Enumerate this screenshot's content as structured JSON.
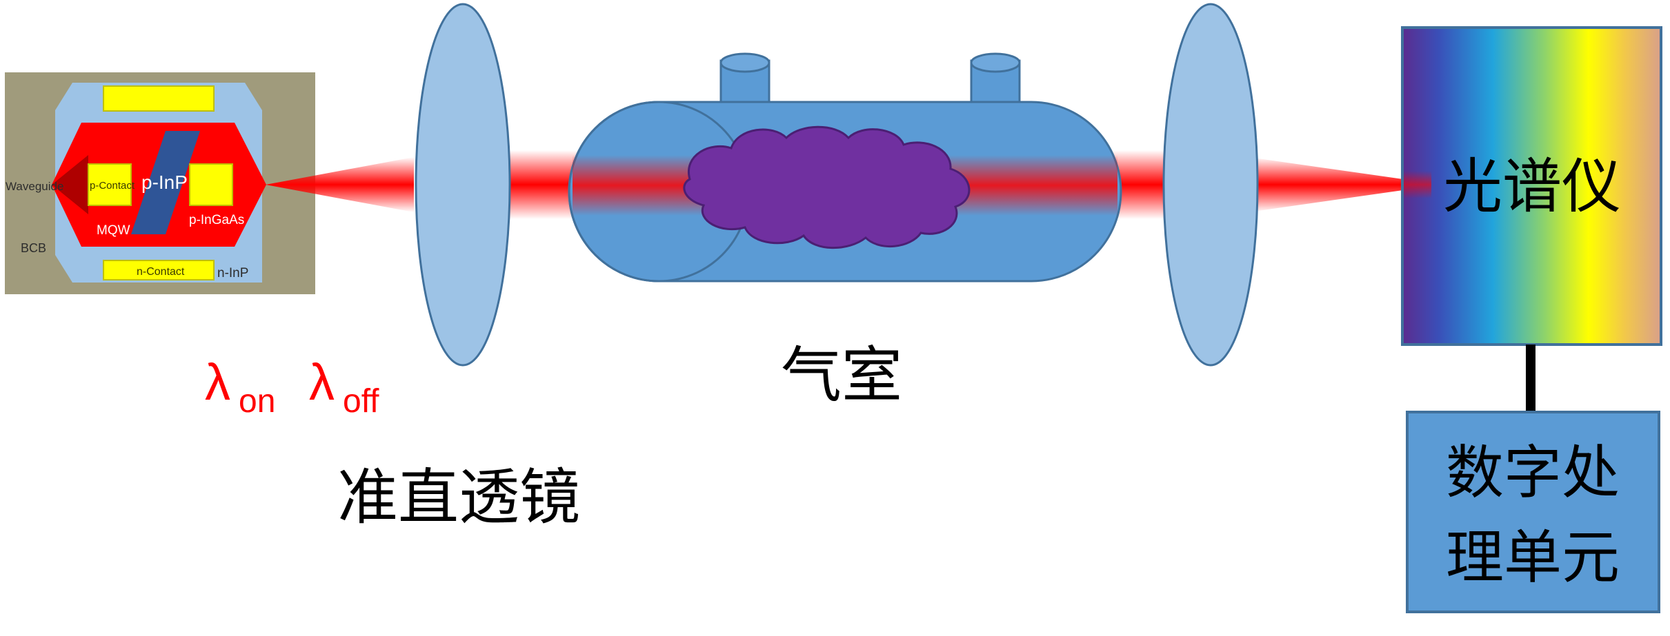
{
  "laser_chip": {
    "labels": {
      "waveguide": "Waveguide",
      "bcb": "BCB",
      "p_contact": "p-Contact",
      "p_inp": "p-InP",
      "p_ingaas": "p-InGaAs",
      "mqw": "MQW",
      "n_contact": "n-Contact",
      "n_inp": "n-InP"
    }
  },
  "wavelengths": {
    "lambda_on_symbol": "λ",
    "lambda_on_sub": "on",
    "lambda_off_symbol": "λ",
    "lambda_off_sub": "off"
  },
  "labels": {
    "collimating_lens": "准直透镜",
    "gas_cell": "气室",
    "spectrometer": "光谱仪",
    "processing_unit_line1": "数字处",
    "processing_unit_line2": "理单元"
  },
  "colors": {
    "beam": "#ff0000",
    "lens_fill": "#9dc3e6",
    "lens_stroke": "#41719c",
    "cell_fill": "#5b9bd5",
    "gas_cloud": "#7030a0",
    "chip_bg": "#a09b7c",
    "chip_frame": "#9dc3e6",
    "waveguide_red": "#ff0000",
    "pad_yellow": "#ffff00",
    "inp_blue": "#2f5597",
    "processing_unit": "#5b9bd5",
    "lambda_text": "#ff0000"
  }
}
